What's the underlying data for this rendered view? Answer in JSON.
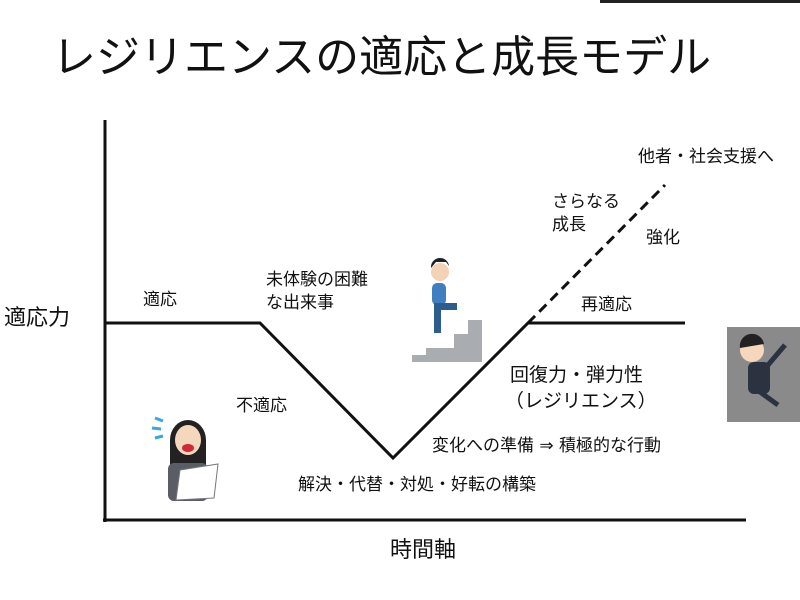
{
  "title": "レジリエンスの適応と成長モデル",
  "y_axis_label": "適応力",
  "x_axis_label": "時間軸",
  "labels": {
    "adaptation": "適応",
    "event_line1": "未体験の困難",
    "event_line2": "な出来事",
    "maladaptation": "不適応",
    "solutions": "解決・代替・対処・好転の構築",
    "preparation": "変化への準備 ⇒ 積極的な行動",
    "resilience_line1": "回復力・弾力性",
    "resilience_line2": "（レジリエンス）",
    "readaptation": "再適応",
    "growth_line1": "さらなる",
    "growth_line2": "成長",
    "strengthen": "強化",
    "support": "他者・社会支援へ"
  }
}
